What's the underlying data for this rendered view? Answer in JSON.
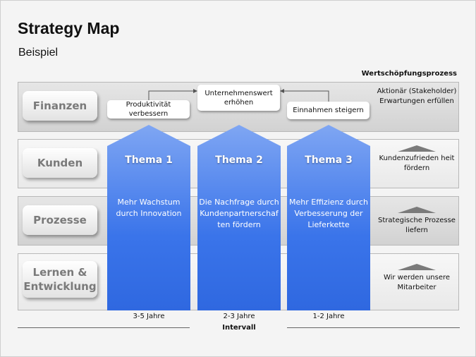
{
  "title": "Strategy Map",
  "subtitle": "Beispiel",
  "value_chain_label": "Wertschöpfungsprozess",
  "perspectives": [
    {
      "label": "Finanzen",
      "goal": "Aktionär (Stakeholder) Erwartungen erfüllen"
    },
    {
      "label": "Kunden",
      "goal": "Kundenzufrieden heit fördern"
    },
    {
      "label": "Prozesse",
      "goal": "Strategische Prozesse liefern"
    },
    {
      "label": "Lernen & Entwicklung",
      "goal": "Wir werden unsere Mitarbeiter"
    }
  ],
  "finance_boxes": [
    "Produktivität verbessern",
    "Unternehmenswert erhöhen",
    "Einnahmen steigern"
  ],
  "themes": [
    {
      "title": "Thema 1",
      "description": "Mehr Wachstum durch Innovation",
      "interval": "3-5 Jahre"
    },
    {
      "title": "Thema 2",
      "description": "Die Nachfrage durch Kundenpartnerschaf ten fördern",
      "interval": "2-3 Jahre"
    },
    {
      "title": "Thema 3",
      "description": "Mehr Effizienz durch Verbesserung der Lieferkette",
      "interval": "1-2 Jahre"
    }
  ],
  "interval_label": "Intervall"
}
